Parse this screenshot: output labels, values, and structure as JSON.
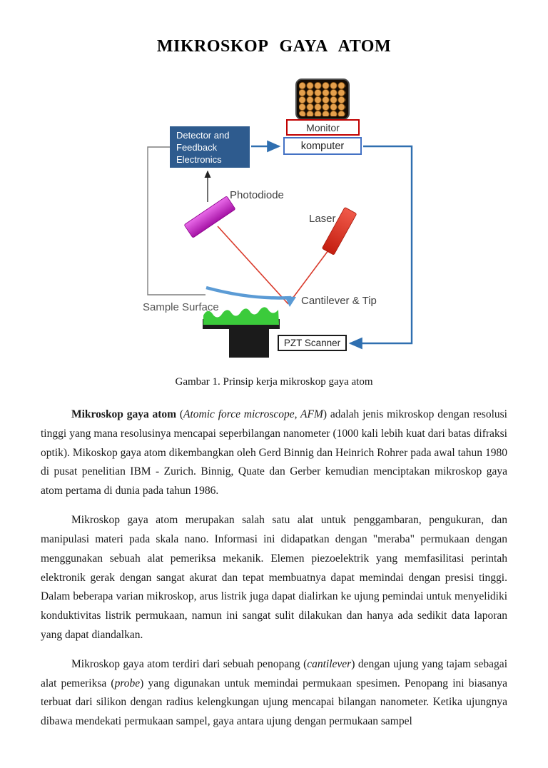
{
  "page": {
    "title": "MIKROSKOP GAYA ATOM",
    "caption": "Gambar 1. Prinsip kerja mikroskop gaya atom"
  },
  "diagram": {
    "labels": {
      "detector": "Detector and Feedback Electronics",
      "monitor": "Monitor",
      "komputer": "komputer",
      "photodiode": "Photodiode",
      "laser": "Laser",
      "sample_surface": "Sample Surface",
      "cantilever": "Cantilever & Tip",
      "pzt": "PZT Scanner"
    },
    "colors": {
      "detector_fill": "#2E5B8E",
      "monitor_border": "#C00000",
      "komputer_border": "#4472C4",
      "feedback_blue": "#2F6FB0",
      "laser_red": "#D93A2B",
      "photodiode_magenta": "#C837C8",
      "cantilever_blue": "#5B9BD5",
      "sample_green": "#3BCB3B",
      "atom_orange": "#E5A04C",
      "pzt_border": "#1A1A1A"
    }
  },
  "content": {
    "p1_bold": "Mikroskop gaya atom",
    "p1_open": " (",
    "p1_italic": "Atomic force microscope, AFM",
    "p1_rest": ") adalah jenis mikroskop dengan resolusi tinggi yang mana resolusinya mencapai seperbilangan nanometer (1000 kali lebih kuat dari batas difraksi optik). Mikoskop gaya atom dikembangkan oleh Gerd Binnig dan Heinrich Rohrer pada awal tahun 1980 di pusat penelitian IBM - Zurich. Binnig, Quate dan Gerber kemudian menciptakan mikroskop gaya atom pertama di dunia pada tahun 1986.",
    "p2": "Mikroskop gaya atom merupakan salah satu alat untuk penggambaran, pengukuran, dan manipulasi materi pada skala nano. Informasi ini didapatkan dengan \"meraba\" permukaan dengan menggunakan sebuah alat pemeriksa mekanik. Elemen piezoelektrik yang memfasilitasi perintah elektronik gerak dengan sangat akurat dan tepat membuatnya dapat memindai dengan presisi tinggi. Dalam beberapa varian mikroskop, arus listrik juga dapat dialirkan ke ujung pemindai untuk menyelidiki konduktivitas listrik permukaan, namun ini sangat sulit dilakukan dan hanya ada sedikit data laporan yang dapat diandalkan.",
    "p3_a": "Mikroskop gaya atom terdiri dari sebuah penopang (",
    "p3_i1": "cantilever",
    "p3_b": ") dengan ujung yang tajam sebagai alat pemeriksa (",
    "p3_i2": "probe",
    "p3_c": ") yang digunakan untuk memindai permukaan spesimen. Penopang ini biasanya terbuat dari silikon dengan radius kelengkungan ujung mencapai bilangan nanometer. Ketika ujungnya dibawa mendekati permukaan sampel, gaya antara ujung dengan permukaan sampel"
  }
}
